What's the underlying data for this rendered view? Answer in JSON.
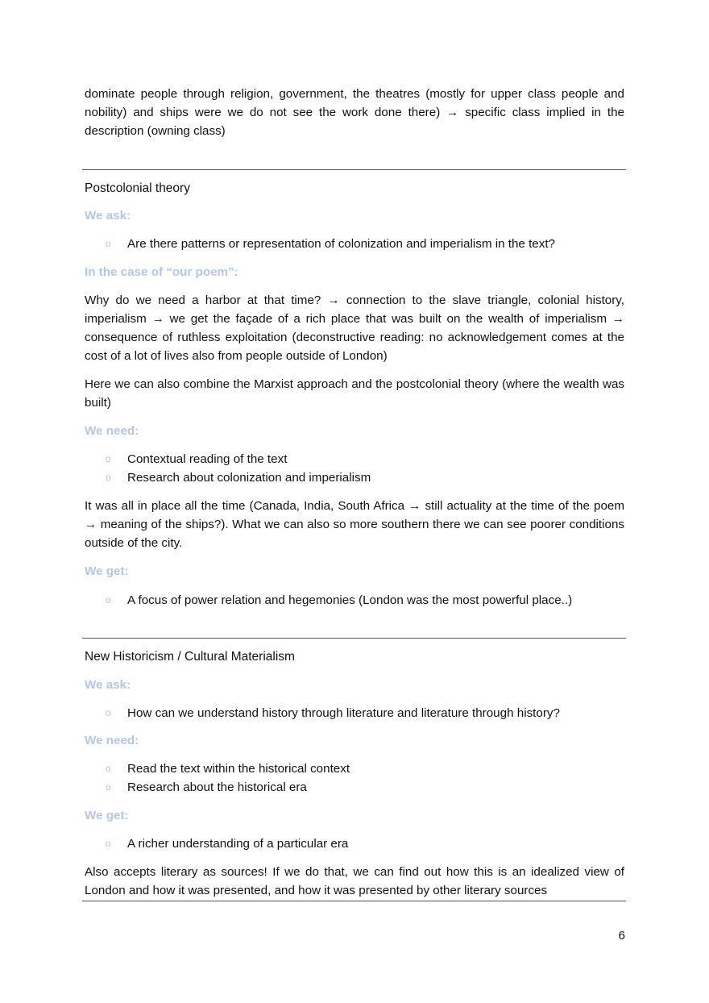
{
  "top_paragraph": "dominate people through religion, government, the theatres (mostly for upper class people and nobility) and ships were we do not see the work done there) → specific class implied in the description (owning class)",
  "postcolonial": {
    "heading": "Postcolonial theory",
    "ask_label": "We ask:",
    "ask_items": [
      "Are there patterns or representation of colonization and imperialism in the text?"
    ],
    "case_label": "In the case of “our poem”:",
    "case_p1": "Why do we need a harbor at that time? → connection to the slave triangle, colonial history, imperialism → we get the façade of a rich place that was built on the wealth of imperialism → consequence of ruthless exploitation (deconstructive reading: no acknowledgement comes at the cost of a lot of lives also from people outside of London)",
    "case_p2": "Here we can also combine the Marxist approach and the postcolonial theory (where the wealth was built)",
    "need_label": "We need:",
    "need_items": [
      "Contextual reading of the text",
      "Research about colonization and imperialism"
    ],
    "need_p": "It was all in place all the time (Canada, India, South Africa → still actuality at the time of the poem → meaning of the ships?). What we can also so more southern there we can see poorer conditions outside of the city.",
    "get_label": "We get:",
    "get_items": [
      "A focus of power relation and hegemonies (London was the most powerful place..)"
    ]
  },
  "new_historicism": {
    "heading": "New Historicism / Cultural Materialism",
    "ask_label": "We ask:",
    "ask_items": [
      "How can we understand history through literature and literature through history?"
    ],
    "need_label": "We need:",
    "need_items": [
      "Read the text within the historical context",
      "Research about the historical era"
    ],
    "get_label": "We get:",
    "get_items": [
      "A richer understanding of a particular era"
    ],
    "closing_p": "Also accepts literary as sources! If we do that, we can find out how this is an idealized view of London and how it was presented, and how it was presented by other literary sources"
  },
  "bullet_glyph": "o",
  "page_number": "6",
  "colors": {
    "subheading": "#b4c6e7",
    "rule": "#555555"
  }
}
